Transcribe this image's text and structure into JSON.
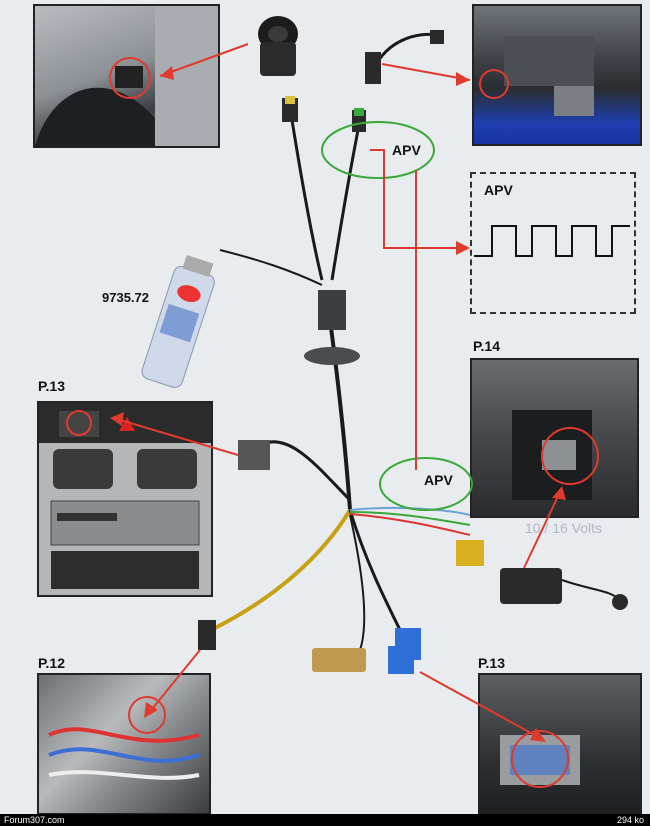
{
  "labels": {
    "apv_top": "APV",
    "apv_box": "APV",
    "apv_bottom": "APV",
    "part_number": "9735.72",
    "p13_top": "P.13",
    "p14": "P.14",
    "p12": "P.12",
    "p13_bottom": "P.13",
    "voltage": "10 / 16 Volts"
  },
  "footer": {
    "site": "Forum307.com",
    "size": "294 ko"
  },
  "colors": {
    "arrow": "#e03a2e",
    "highlight_circle": "#3aa83a",
    "cable": "#1a1a1a",
    "background": "#e9ecee"
  }
}
